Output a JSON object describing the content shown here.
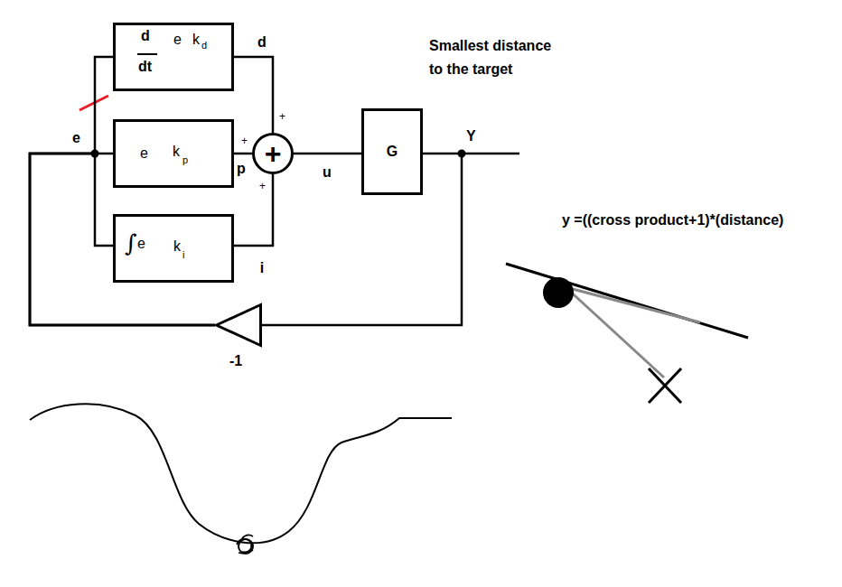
{
  "diagram": {
    "nodes": [
      {
        "text": [
          "d",
          "dt",
          "e",
          "k",
          "d"
        ]
      },
      {
        "text": [
          "e",
          "k",
          "p"
        ]
      },
      {
        "text": [
          "∫",
          "e",
          "k",
          "i"
        ]
      },
      {
        "text": [
          "+"
        ]
      },
      {
        "text": [
          "G"
        ]
      },
      {
        "text": [
          "-1"
        ]
      }
    ],
    "edges": [
      {
        "from": 5,
        "to": 0,
        "arrow": "none"
      },
      {
        "from": 5,
        "to": 1,
        "arrow": "none"
      },
      {
        "from": 5,
        "to": 2,
        "arrow": "none"
      },
      {
        "from": 0,
        "to": 3,
        "label": "d",
        "arrow": "none"
      },
      {
        "from": 1,
        "to": 3,
        "label": "p",
        "arrow": "none"
      },
      {
        "from": 2,
        "to": 3,
        "label": "i",
        "arrow": "none"
      },
      {
        "from": 3,
        "to": 4,
        "label": "u",
        "arrow": "none"
      },
      {
        "from": 4,
        "to": 5,
        "arrow": "none"
      }
    ],
    "labels": [
      "Smallest distance to the target",
      "e",
      "+",
      "+",
      "+",
      "Y",
      "y =((cross product+1)*(distance)"
    ]
  }
}
